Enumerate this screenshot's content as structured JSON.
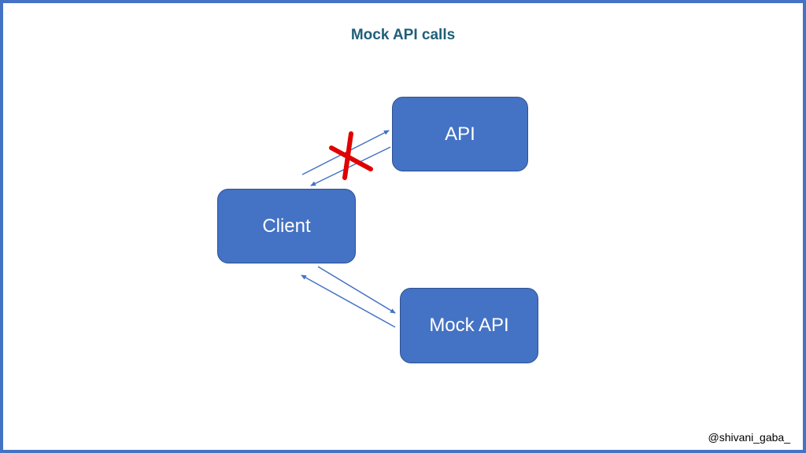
{
  "slide": {
    "title": "Mock API calls",
    "credit": "@shivani_gaba_"
  },
  "nodes": {
    "api": "API",
    "client": "Client",
    "mock_api": "Mock API"
  },
  "edges": [
    {
      "from": "client",
      "to": "api",
      "blocked": true
    },
    {
      "from": "api",
      "to": "client",
      "blocked": true
    },
    {
      "from": "client",
      "to": "mock_api",
      "blocked": false
    },
    {
      "from": "mock_api",
      "to": "client",
      "blocked": false
    }
  ],
  "colors": {
    "accent": "#4472c4",
    "node_fill": "#4472c4",
    "node_border": "#2f528f",
    "title": "#1f5f7a",
    "blocked_mark": "#e00000"
  }
}
